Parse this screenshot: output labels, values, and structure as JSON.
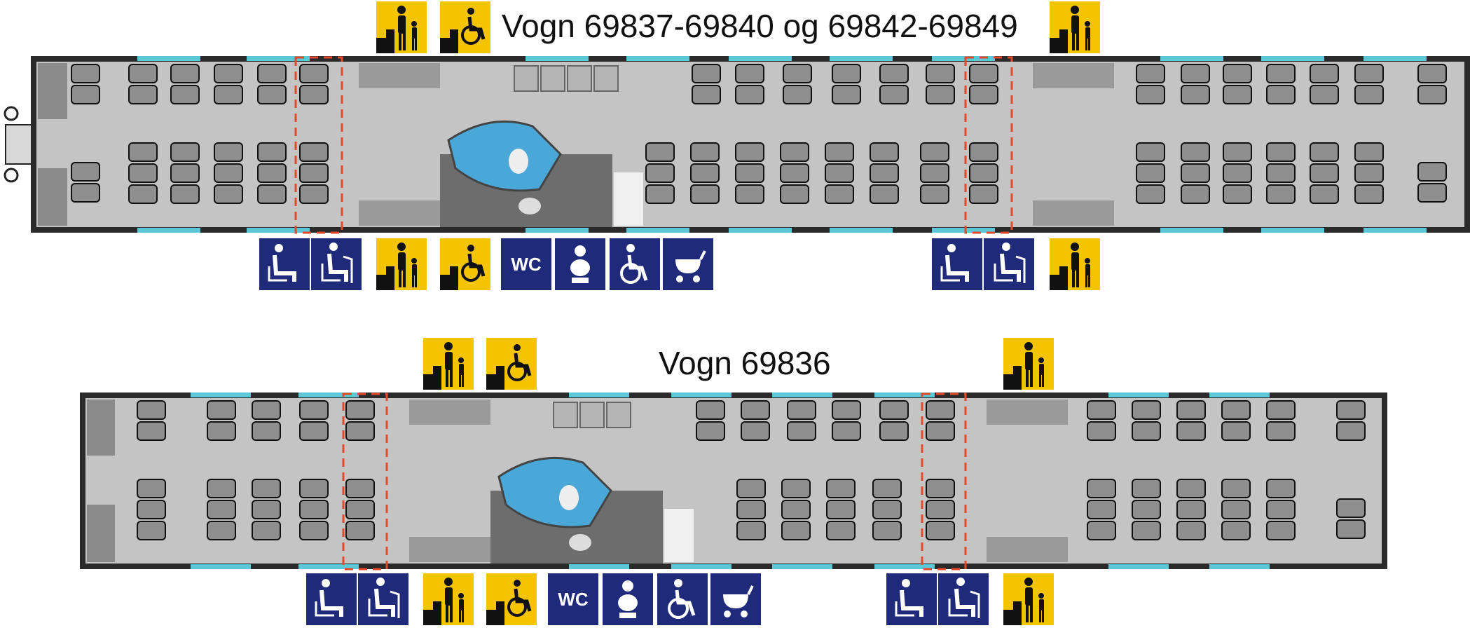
{
  "colors": {
    "body": "#c4c4c4",
    "wall": "#2a2a2a",
    "seat": "#8f8f8f",
    "window": "#5cc7d6",
    "toilet": "#4aa8d8",
    "sign_blue": "#1f2a7a",
    "sign_yellow": "#f5c400",
    "priority_outline": "#e24a2a"
  },
  "cars": [
    {
      "id": "top",
      "title": "Vogn 69837-69840 og 69842-69849",
      "signs_above": [
        "step-free-entrance-icon",
        "wheelchair-entrance-icon",
        "step-free-entrance-icon"
      ],
      "signs_below": [
        "priority-seat-icon",
        "elderly-seat-icon",
        "step-free-entrance-icon",
        "wheelchair-entrance-icon",
        "wc-icon",
        "baby-changing-icon",
        "wheelchair-icon",
        "pram-icon",
        "priority-seat-icon",
        "elderly-seat-icon",
        "step-free-entrance-icon"
      ]
    },
    {
      "id": "bottom",
      "title": "Vogn 69836",
      "signs_above": [
        "step-free-entrance-icon",
        "wheelchair-entrance-icon",
        "step-free-entrance-icon"
      ],
      "signs_below": [
        "priority-seat-icon",
        "elderly-seat-icon",
        "step-free-entrance-icon",
        "wheelchair-entrance-icon",
        "wc-icon",
        "baby-changing-icon",
        "wheelchair-icon",
        "pram-icon",
        "priority-seat-icon",
        "elderly-seat-icon",
        "step-free-entrance-icon"
      ]
    }
  ],
  "labels": {
    "wc": "WC"
  }
}
